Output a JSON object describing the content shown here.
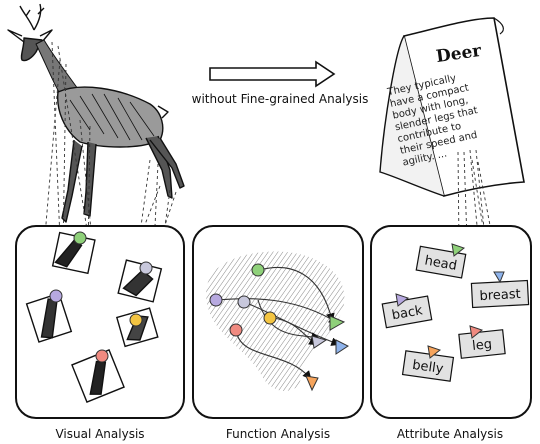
{
  "top": {
    "arrow_label": "without Fine-grained Analysis"
  },
  "document": {
    "title": "Deer",
    "text": "They typically\nhave a compact\nbody with long,\nslender legs that\ncontribute to\ntheir speed and\nagility. ..."
  },
  "panels": [
    {
      "label": "Visual Analysis"
    },
    {
      "label": "Function Analysis"
    },
    {
      "label": "Attribute Analysis"
    }
  ],
  "attribute_tags": [
    "head",
    "breast",
    "back",
    "leg",
    "belly"
  ],
  "colors": {
    "node_green": "#8fd17a",
    "node_purple": "#b7a9e0",
    "node_yellow": "#f4c542",
    "node_red": "#f08a80",
    "node_blue": "#8fb4ec",
    "node_orange": "#f6a45c",
    "tag_fill": "#e2e2e2",
    "stroke": "#111111"
  }
}
